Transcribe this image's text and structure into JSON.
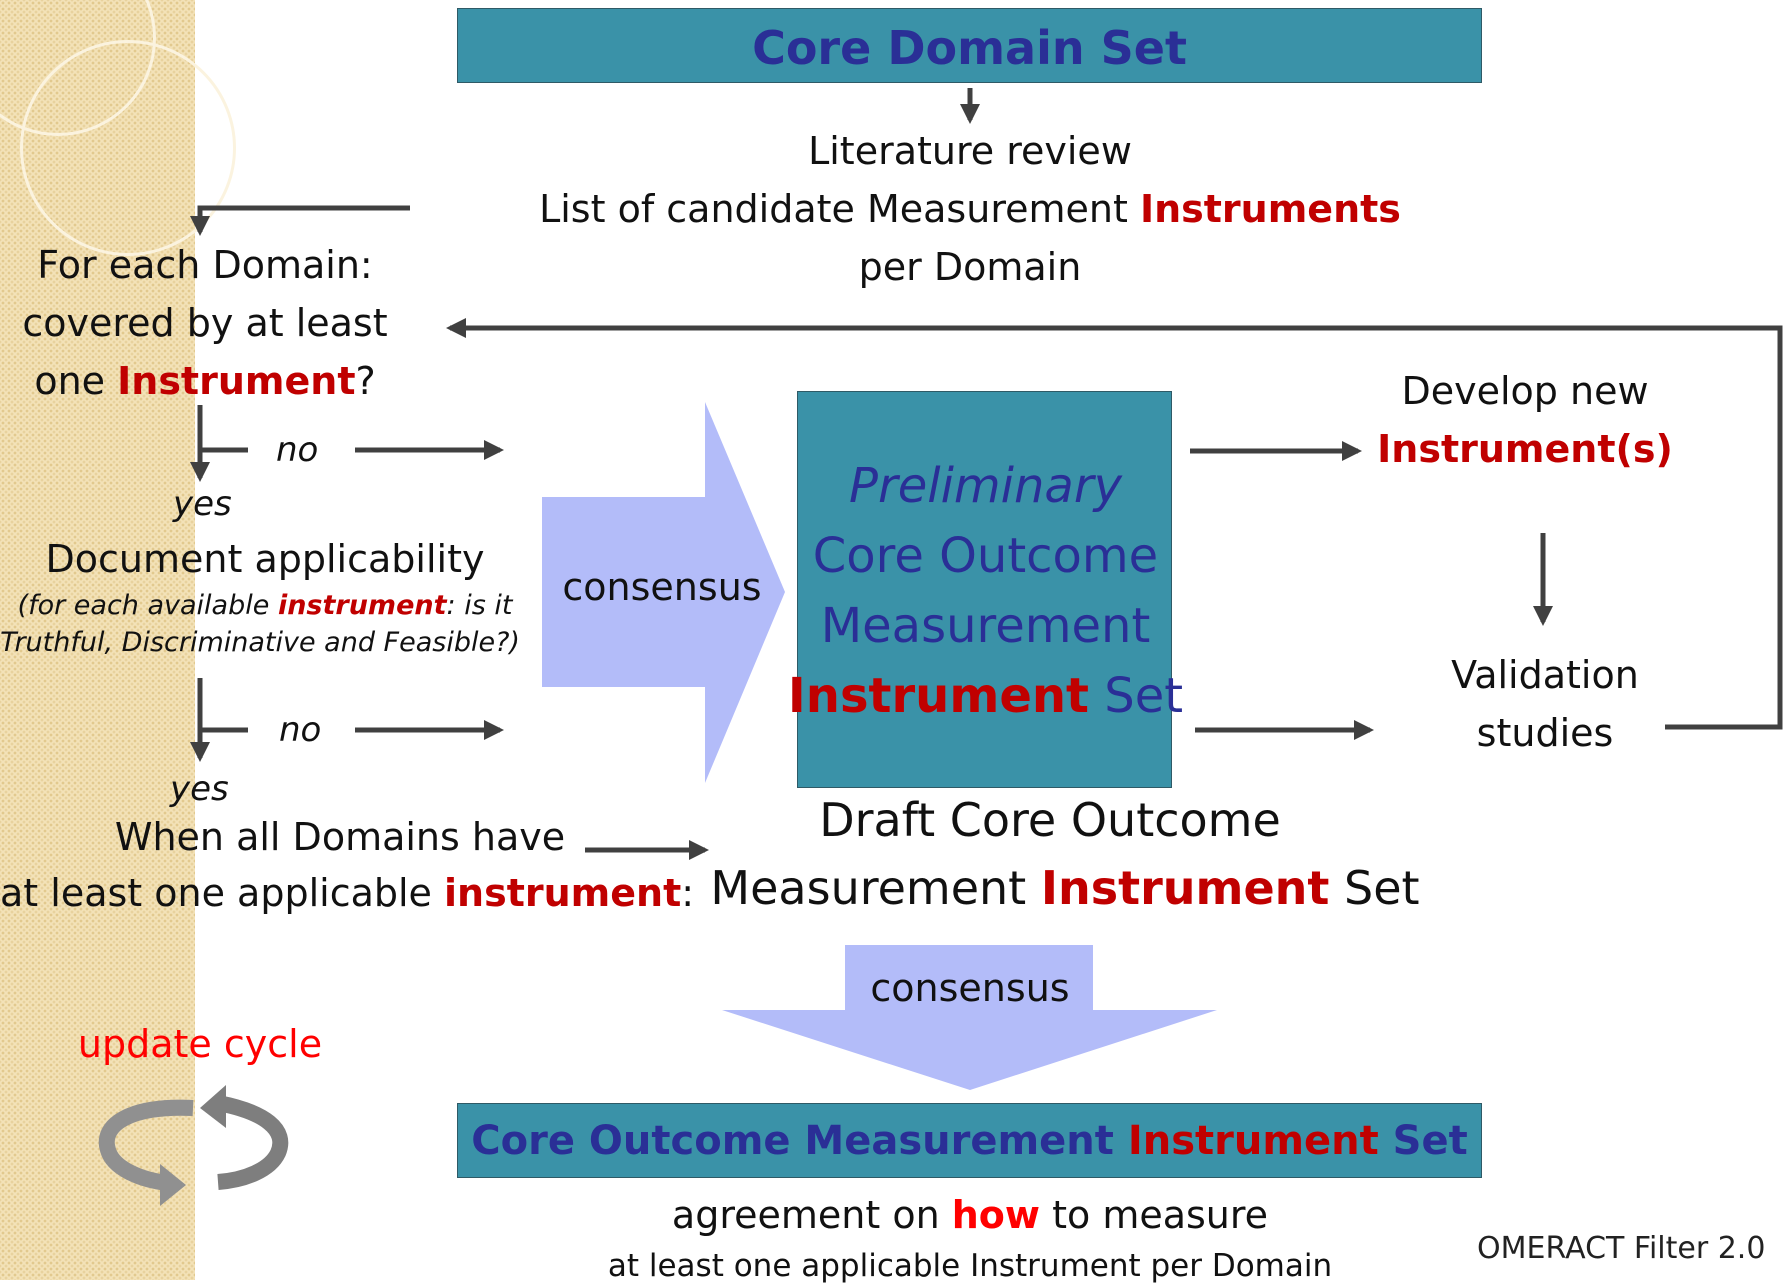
{
  "top_box": {
    "title": "Core Domain Set"
  },
  "literature": {
    "line1": "Literature review",
    "line2_pre": "List of candidate Measurement ",
    "line2_red": "Instruments",
    "line3": "per Domain"
  },
  "question": {
    "line1": "For each Domain:",
    "line2": "covered by at least",
    "line3_pre": "one ",
    "line3_red": "Instrument",
    "line3_post": "?"
  },
  "branch_no_1": "no",
  "branch_yes_1": "yes",
  "applicability": {
    "title": "Document applicability",
    "note1_pre": "(for each available ",
    "note1_red": "instrument",
    "note1_post": ": is it",
    "note2": "Truthful, Discriminative and Feasible?)"
  },
  "branch_no_2": "no",
  "branch_yes_2": "yes",
  "all_domains": {
    "line1": "When all Domains have",
    "line2_pre": "at least one applicable ",
    "line2_red": "instrument",
    "line2_post": ":"
  },
  "consensus_right": "consensus",
  "preliminary_box": {
    "line1": "Preliminary",
    "line2": "Core Outcome",
    "line3": "Measurement",
    "line4_red": "Instrument",
    "line4_post": " Set"
  },
  "develop": {
    "line1": "Develop new",
    "line2_red": "Instrument(s)"
  },
  "validation": {
    "line1": "Validation",
    "line2": "studies"
  },
  "draft": {
    "line1": "Draft Core Outcome",
    "line2_pre": "Measurement ",
    "line2_red": "Instrument",
    "line2_post": " Set"
  },
  "consensus_down": "consensus",
  "bottom_box": {
    "title_pre": "Core Outcome Measurement ",
    "title_red": "Instrument",
    "title_post": " Set"
  },
  "agreement": {
    "line1_pre": "agreement on ",
    "line1_red": "how",
    "line1_post": " to measure",
    "line2": "at least one applicable Instrument per Domain"
  },
  "update_cycle": "update cycle",
  "footer": "OMERACT Filter 2.0",
  "colors": {
    "box_fill": "#3a92a8",
    "box_title": "#2a2f96",
    "instrument_red": "#c00000",
    "update_red": "#ff0000",
    "consensus_arrow": "#b3bcf9",
    "arrow_gray": "#404040"
  },
  "icons": [
    "cycle-arrows-icon"
  ]
}
